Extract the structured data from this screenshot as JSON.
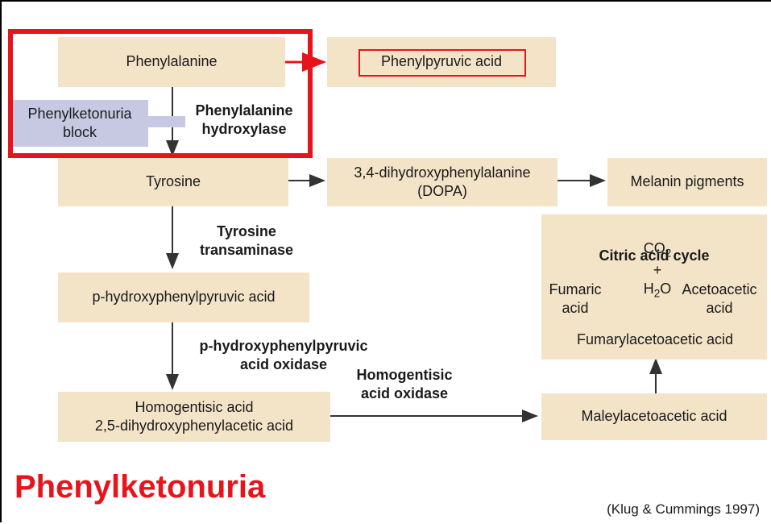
{
  "compounds": {
    "phenylalanine": "Phenylalanine",
    "phenylpyruvic_acid": "Phenylpyruvic acid",
    "tyrosine": "Tyrosine",
    "dopa": "3,4-dihydroxyphenylalanine\n(DOPA)",
    "melanin": "Melanin pigments",
    "p_hydroxyphenylpyruvic": "p-hydroxyphenylpyruvic acid",
    "homogentisic": "Homogentisic acid\n2,5-dihydroxyphenylacetic acid",
    "maleylacetoacetic": "Maleylacetoacetic acid",
    "fumaric": "Fumaric\nacid",
    "acetoacetic": "Acetoacetic\nacid",
    "fumarylacetoacetic": "Fumarylacetoacetic acid",
    "co2": "CO",
    "co2_sub": "2",
    "plus": "+",
    "h2o_h": "H",
    "h2o_sub": "2",
    "h2o_o": "O"
  },
  "enzymes": {
    "phenylalanine_hydroxylase": "Phenylalanine\nhydroxylase",
    "tyrosine_transaminase": "Tyrosine\ntransaminase",
    "p_hpp_oxidase": "p-hydroxyphenylpyruvic\nacid oxidase",
    "homogentisic_oxidase": "Homogentisic\nacid oxidase"
  },
  "labels": {
    "block": "Phenylketonuria\nblock",
    "citric_cycle": "Citric acid cycle",
    "title": "Phenylketonuria",
    "citation": "(Klug & Cummings 1997)"
  },
  "colors": {
    "box_fill": "#f3e4c8",
    "highlight_red": "#e8141c",
    "block_fill": "#c7c9e3",
    "arrow": "#333333"
  }
}
